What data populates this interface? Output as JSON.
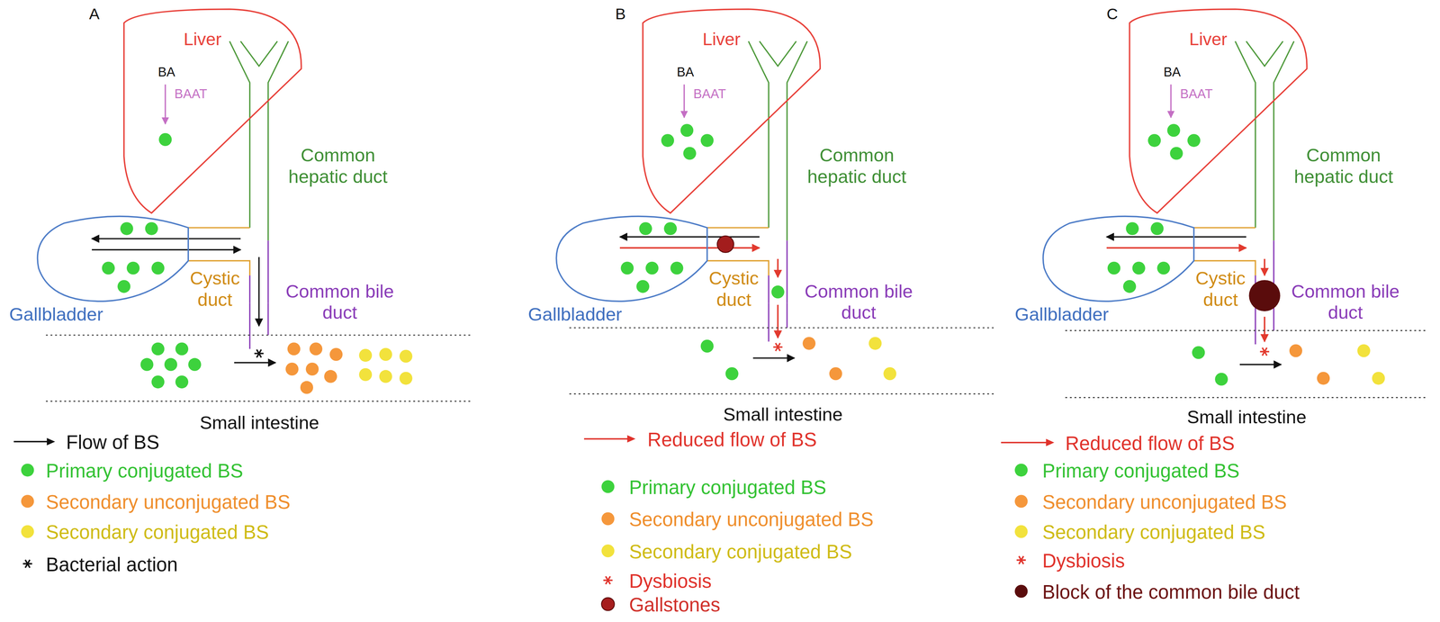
{
  "diagram": {
    "nodes": [
      {
        "text": [
          "Liver",
          "BA",
          "BAAT"
        ]
      },
      {
        "text": [
          "Gallbladder"
        ]
      },
      {
        "text": [
          "Small intestine"
        ]
      },
      {
        "text": [
          "Liver",
          "BA",
          "BAAT"
        ]
      },
      {
        "text": [
          "Gallbladder"
        ]
      },
      {
        "text": [
          "Small intestine"
        ]
      },
      {
        "text": [
          "Liver",
          "BA",
          "BAAT"
        ]
      },
      {
        "text": [
          "Gallbladder"
        ]
      },
      {
        "text": [
          "Small intestine"
        ]
      }
    ],
    "labels": [
      "A",
      "Common hepatic duct",
      "Cystic duct",
      "Common bile duct",
      "B",
      "Common hepatic duct",
      "Cystic duct",
      "Common bile duct",
      "C",
      "Common hepatic duct",
      "Cystic duct",
      "Common bile duct"
    ],
    "legend": [
      {
        "text": "Flow of BS"
      },
      {
        "text": "Primary conjugated BS",
        "color": "#3dd23d"
      },
      {
        "text": "Secondary unconjugated BS",
        "color": "#f5973b"
      },
      {
        "text": "Secondary conjugated BS",
        "color": "#f2e23c"
      },
      {
        "text": "Bacterial action"
      },
      {
        "text": "Reduced flow of BS"
      },
      {
        "text": "Primary conjugated BS",
        "color": "#3dd23d"
      },
      {
        "text": "Secondary unconjugated BS",
        "color": "#f5973b"
      },
      {
        "text": "Secondary conjugated BS",
        "color": "#f2e23c"
      },
      {
        "text": "Dysbiosis"
      },
      {
        "text": "Gallstones",
        "color": "#a61e1e"
      },
      {
        "text": "Reduced flow of BS"
      },
      {
        "text": "Primary conjugated BS",
        "color": "#3dd23d"
      },
      {
        "text": "Secondary unconjugated BS",
        "color": "#f5973b"
      },
      {
        "text": "Secondary conjugated BS",
        "color": "#f2e23c"
      },
      {
        "text": "Dysbiosis"
      },
      {
        "text": "Block of the common bile duct",
        "color": "#5a0c0c"
      }
    ]
  }
}
